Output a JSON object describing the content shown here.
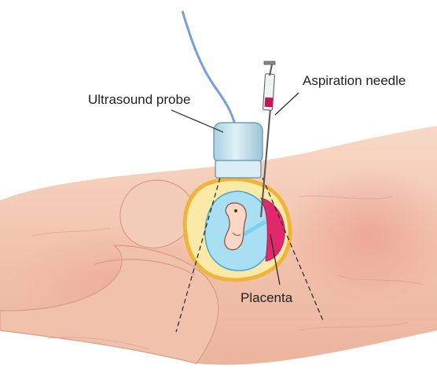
{
  "labels": {
    "probe": "Ultrasound probe",
    "needle": "Aspiration needle",
    "placenta": "Placenta"
  },
  "colors": {
    "skin": "#f3c9b2",
    "skin_shadow": "#d99a86",
    "uterus_outline": "#f0b43a",
    "uterus_fill": "#fbe9a8",
    "amniotic_fluid": "#a9dff2",
    "placenta": "#e0296b",
    "probe_body": "#bfe0ee",
    "probe_cable": "#7a9fd8",
    "syringe_fluid": "#c2185b"
  }
}
